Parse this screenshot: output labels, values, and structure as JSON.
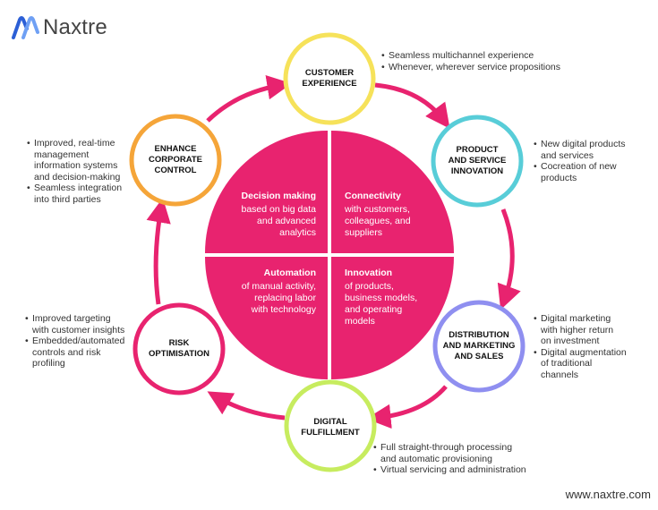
{
  "brand": {
    "name": "Naxtre",
    "logo_icon": "naxtre-logo-icon",
    "color": "#2c5fd6"
  },
  "colors": {
    "arrow": "#e8236f",
    "center_fill": "#e8236f",
    "customer_experience": "#f6e25a",
    "product_service": "#58cdd8",
    "distribution": "#8f8ff0",
    "digital_fulfillment": "#c7ec5f",
    "risk": "#e8236f",
    "corporate_control": "#f5a539"
  },
  "nodes": {
    "customer_experience": "CUSTOMER\nEXPERIENCE",
    "product_service": "PRODUCT\nAND SERVICE\nINNOVATION",
    "distribution": "DISTRIBUTION\nAND MARKETING\nAND SALES",
    "digital_fulfillment": "DIGITAL\nFULFILLMENT",
    "risk": "RISK\nOPTIMISATION",
    "corporate_control": "ENHANCE\nCORPORATE\nCONTROL"
  },
  "center": {
    "decision": {
      "title": "Decision making",
      "text": "based on big data\nand advanced\nanalytics"
    },
    "connectivity": {
      "title": "Connectivity",
      "text": "with customers,\ncolleagues, and\nsuppliers"
    },
    "automation": {
      "title": "Automation",
      "text": "of manual activity,\nreplacing labor\nwith technology"
    },
    "innovation": {
      "title": "Innovation",
      "text": "of products,\nbusiness models,\nand operating\nmodels"
    }
  },
  "bullets": {
    "customer_experience": [
      "Seamless multichannel  experience",
      "Whenever, wherever service propositions"
    ],
    "product_service": [
      "New digital products\nand services",
      "Cocreation of new\nproducts"
    ],
    "distribution": [
      "Digital marketing\nwith higher return\non investment",
      "Digital augmentation\nof traditional\nchannels"
    ],
    "digital_fulfillment": [
      "Full straight-through processing\nand automatic provisioning",
      "Virtual servicing and administration"
    ],
    "risk": [
      "Improved targeting\nwith customer insights",
      "Embedded/automated\ncontrols and risk\nprofiling"
    ],
    "corporate_control": [
      "Improved, real-time\nmanagement\ninformation systems\nand decision-making",
      "Seamless integration\ninto third parties"
    ]
  },
  "footer": {
    "url": "www.naxtre.com"
  }
}
